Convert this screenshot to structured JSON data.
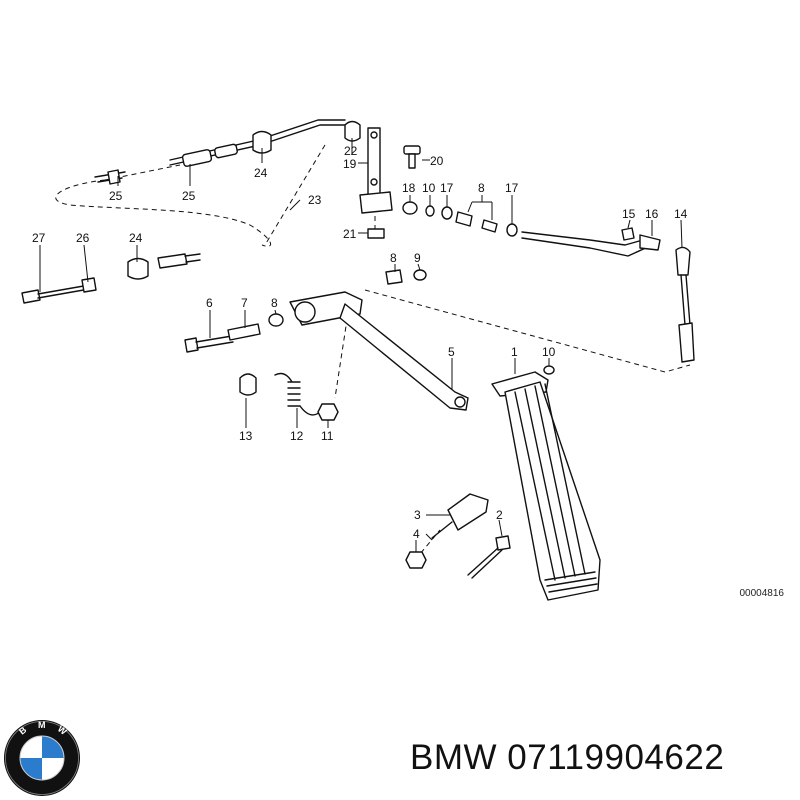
{
  "labels": {
    "l1": "1",
    "l2": "2",
    "l3": "3",
    "l4": "4",
    "l5": "5",
    "l6": "6",
    "l7": "7",
    "l8a": "8",
    "l8b": "8",
    "l8c": "8",
    "l9": "9",
    "l10a": "10",
    "l10b": "10",
    "l11": "11",
    "l12": "12",
    "l13": "13",
    "l14": "14",
    "l15": "15",
    "l16": "16",
    "l17a": "17",
    "l17b": "17",
    "l18": "18",
    "l19": "19",
    "l20": "20",
    "l21": "21",
    "l22": "22",
    "l23": "23",
    "l24a": "24",
    "l24b": "24",
    "l25a": "25",
    "l25b": "25",
    "l26": "26",
    "l27": "27"
  },
  "reference_code": "00004816",
  "footer": {
    "text": "BMW 07119904622"
  },
  "logo": {
    "letters": "BMW",
    "colors": {
      "blue": "#2c7ccd",
      "white": "#ffffff",
      "ring": "#111111"
    }
  }
}
